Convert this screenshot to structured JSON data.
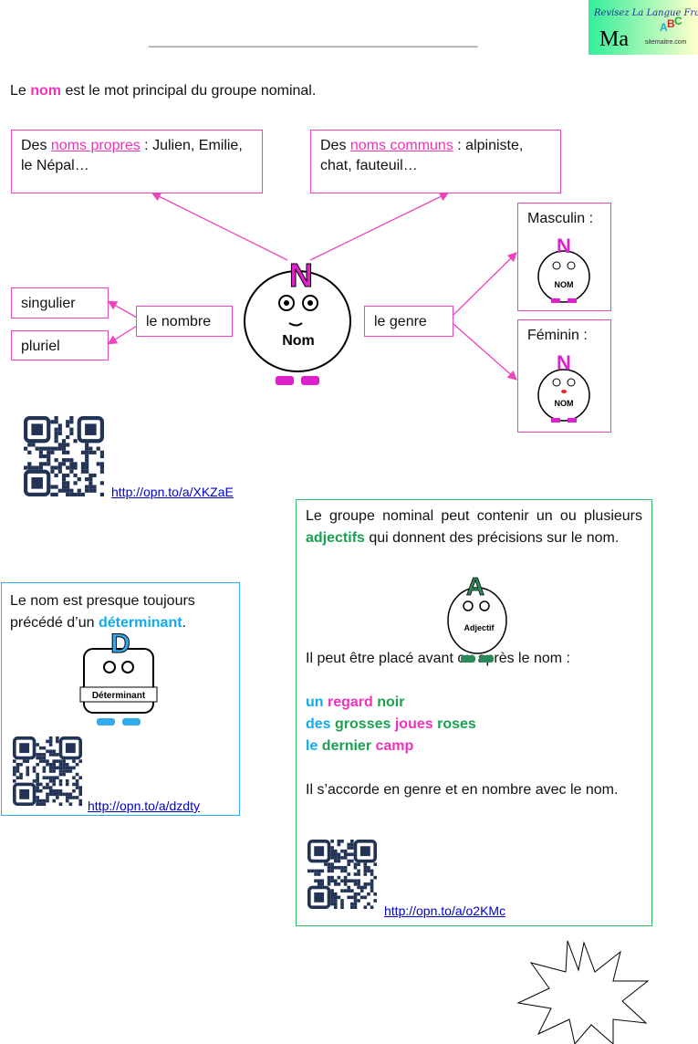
{
  "logo": {
    "title": "Revisez La Langue Française",
    "mark": "Ma",
    "abc": "ABC",
    "site": "...com"
  },
  "header_line": "______________________________________________________",
  "intro": {
    "before": "Le ",
    "keyword": "nom",
    "after": " est le mot principal du groupe nominal."
  },
  "proper_nouns": {
    "prefix": "Des ",
    "keyword": "noms propres",
    "rest": " : Julien, Emilie, le Népal…"
  },
  "common_nouns": {
    "prefix": "Des ",
    "keyword": "noms communs",
    "rest": " : alpiniste, chat, fauteuil…"
  },
  "number": {
    "label": "le nombre",
    "singular": "singulier",
    "plural": "pluriel"
  },
  "gender": {
    "label": "le genre",
    "masculine": "Masculin :",
    "feminine": "Féminin :"
  },
  "characters": {
    "nom": "Nom",
    "nom_small": "NOM",
    "letter_n": "N",
    "letter_a": "A",
    "letter_d": "D",
    "adjectif": "Adjectif",
    "determinant": "Déterminant"
  },
  "links": {
    "nom": "http://opn.to/a/XKZaE",
    "determinant": "http://opn.to/a/dzdty",
    "adjectif": "http://opn.to/a/o2KMc"
  },
  "determinant_box": {
    "text": "Le nom est presque toujours précédé d’un ",
    "keyword": "déterminant",
    "end": "."
  },
  "adjective_box": {
    "p1_before": "Le groupe nominal peut contenir un ou plusieurs ",
    "p1_keyword": "adjectifs",
    "p1_after": " qui donnent des précisions sur le nom.",
    "p2": "Il peut être placé avant ou après le nom :",
    "ex1": [
      "un",
      "regard",
      "noir"
    ],
    "ex2": [
      "des",
      "grosses",
      "joues",
      "roses"
    ],
    "ex3": [
      "le",
      "dernier",
      "camp"
    ],
    "p3": "Il s’accorde en genre et en nombre avec le nom."
  },
  "colors": {
    "pink": "#ee33bb",
    "green": "#1aa050",
    "blue": "#11aaee"
  }
}
